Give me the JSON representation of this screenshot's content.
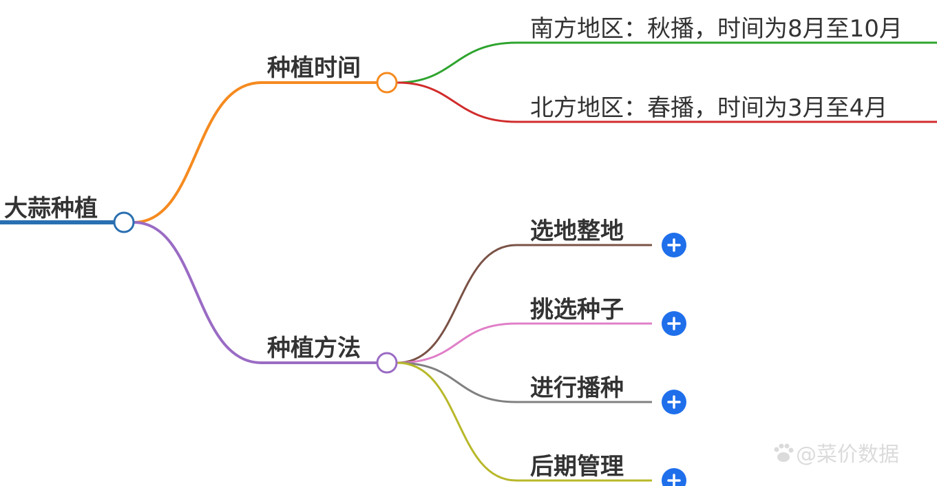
{
  "root": {
    "label": "大蒜种植",
    "color": "#2a6fb0"
  },
  "branches": [
    {
      "id": "planting-time",
      "label": "种植时间",
      "color": "#f58a1f",
      "children": [
        {
          "label": "南方地区：秋播，时间为8月至10月",
          "color": "#2ea42e"
        },
        {
          "label": "北方地区：春播，时间为3月至4月",
          "color": "#d12c2c"
        }
      ]
    },
    {
      "id": "planting-method",
      "label": "种植方法",
      "color": "#9a6bc4",
      "children": [
        {
          "label": "选地整地",
          "color": "#7a5246",
          "collapsed": true
        },
        {
          "label": "挑选种子",
          "color": "#e07fc8",
          "collapsed": true
        },
        {
          "label": "进行播种",
          "color": "#808080",
          "collapsed": true
        },
        {
          "label": "后期管理",
          "color": "#b8b82a",
          "collapsed": true
        }
      ]
    }
  ],
  "expand_button": {
    "icon": "plus-icon",
    "color": "#1f6feb"
  },
  "watermark": {
    "text": "@菜价数据",
    "icon": "paw-icon"
  }
}
